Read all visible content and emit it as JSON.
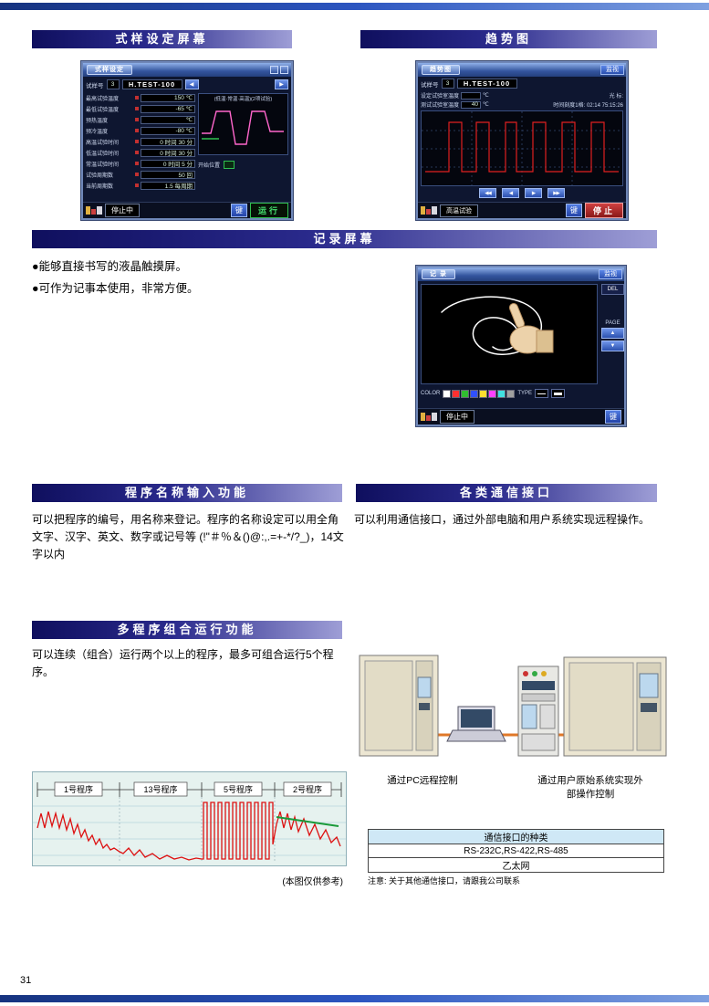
{
  "page": {
    "number": "31"
  },
  "colors": {
    "banner_dark": "#0f0f5e",
    "banner_light": "#9e9ed6",
    "deco_bar_blue": "#2c55c0",
    "waveform_red": "#dd1111",
    "trend_green": "#1a9a3a",
    "cable_orange": "#e07828"
  },
  "banners": {
    "spec": "式样设定屏幕",
    "trend": "趋势图",
    "record": "记录屏幕",
    "program_name": "程序名称输入功能",
    "comm": "各类通信接口",
    "multi": "多程序组合运行功能"
  },
  "record_section": {
    "bullet1": "●能够直接书写的液晶触摸屏。",
    "bullet2": "●可作为记事本使用，非常方便。"
  },
  "program_name_section": {
    "body": "可以把程序的编号，用名称来登记。程序的名称设定可以用全角文字、汉字、英文、数字或记号等 (!\"＃％＆()@:,.=+-*/?_)，14文字以内"
  },
  "comm_section": {
    "body": "可以利用通信接口，通过外部电脑和用户系统实现远程操作。",
    "caption_pc": "通过PC远程控制",
    "caption_user": "通过用户原始系统实现外部操作控制",
    "table_header": "通信接口的种类",
    "table_rows": [
      "RS-232C,RS-422,RS-485",
      "乙太网"
    ],
    "note": "注意: 关于其他通信接口，请跟我公司联系"
  },
  "multi_section": {
    "body": "可以连续（组合）运行两个以上的程序，最多可组合运行5个程序。",
    "chart": {
      "segments": [
        "1号程序",
        "13号程序",
        "5号程序",
        "2号程序"
      ],
      "caption": "(本图仅供参考)"
    }
  },
  "spec_screen": {
    "title": "式样设定",
    "sample_label": "试样号",
    "sample_no": "3",
    "sample_name": "H.TEST-100",
    "prev": "◀",
    "next": "▶",
    "fields": [
      {
        "label": "最高试验温度",
        "value": "150 ℃"
      },
      {
        "label": "最低试验温度",
        "value": "-65 ℃"
      },
      {
        "label": "预热温度",
        "value": "℃"
      },
      {
        "label": "预冷温度",
        "value": "-80 ℃"
      },
      {
        "label": "高温试验时间",
        "value": "0 时间 30 分"
      },
      {
        "label": "低温试验时间",
        "value": "0 时间 30 分"
      },
      {
        "label": "常温试验时间",
        "value": "0 时间 5 分"
      },
      {
        "label": "试验周期数",
        "value": "50 回"
      },
      {
        "label": "当前周期数",
        "value": "1.5 每周期"
      }
    ],
    "graph_caption": "(低温·常温·高温)(2项试验)",
    "start_label": "开始位置",
    "status": "停止中",
    "key_button": "键",
    "run_button": "运行"
  },
  "trend_screen": {
    "title": "趋势图",
    "monitor_button": "监视",
    "sample_label": "试样号",
    "sample_no": "3",
    "sample_name": "H.TEST-100",
    "row1_label": "设定试验室温度",
    "row1_value": "",
    "row1_unit": "℃",
    "row1_right": "光 标:",
    "row2_label": "测试试验室温度",
    "row2_value": "40",
    "row2_unit": "℃",
    "row2_right": "时间刻度1格: 02:14 75:15:26",
    "nav": [
      "◀◀",
      "◀",
      "▶",
      "▶▶"
    ],
    "status": "高温试验",
    "key_button": "键",
    "stop_button": "停止"
  },
  "record_screen": {
    "title": "记 录",
    "monitor_button": "监视",
    "del_button": "DEL",
    "page_label": "PAGE",
    "page_up": "▲",
    "page_down": "▼",
    "color_label": "COLOR",
    "type_label": "TYPE",
    "colors": [
      "#ffffff",
      "#ff3030",
      "#30c030",
      "#3050ff",
      "#ffe030",
      "#ff40ff",
      "#40e0e0",
      "#a0a0a0"
    ],
    "status": "停止中",
    "key_button": "键"
  }
}
